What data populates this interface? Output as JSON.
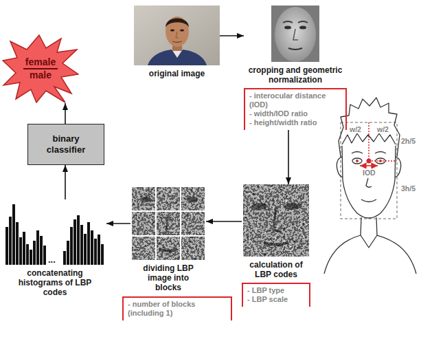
{
  "diagram": {
    "nodes": [
      {
        "text": [
          "original image"
        ]
      },
      {
        "text": [
          "cropping and geometric normalization",
          "- interocular distance (IOD)",
          "- width/IOD ratio",
          "- height/width ratio"
        ]
      },
      {
        "text": [
          "calculation of LBP codes",
          "- LBP type",
          "- LBP scale"
        ]
      },
      {
        "text": [
          "dividing LBP image into blocks",
          "- number of blocks (including 1)"
        ]
      },
      {
        "text": [
          "concatenating histograms of LBP codes"
        ]
      },
      {
        "text": [
          "binary classifier"
        ]
      },
      {
        "text": [
          "female",
          "male"
        ]
      }
    ],
    "edges": [
      {
        "from": 0,
        "to": 1,
        "arrow": "to"
      },
      {
        "from": 1,
        "to": 2,
        "arrow": "to"
      },
      {
        "from": 2,
        "to": 3,
        "arrow": "to"
      },
      {
        "from": 3,
        "to": 4,
        "arrow": "to"
      },
      {
        "from": 4,
        "to": 5,
        "arrow": "to"
      },
      {
        "from": 5,
        "to": 6,
        "arrow": "to"
      }
    ],
    "labels": [
      "...",
      "w/2",
      "w/2",
      "2h/5",
      "3h/5",
      "IOD"
    ]
  }
}
